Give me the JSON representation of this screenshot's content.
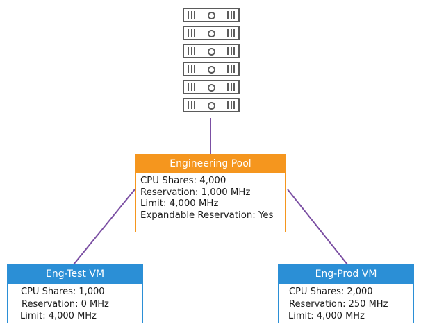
{
  "colors": {
    "pool_accent": "#f5961e",
    "vm_accent": "#2b8fd6",
    "connector": "#7b4fa3",
    "rack_stroke": "#5b5b5b"
  },
  "rack": {
    "icon": "server-rack-icon",
    "unit_count": 6
  },
  "pool": {
    "title": "Engineering Pool",
    "lines": [
      "CPU Shares: 4,000",
      "Reservation: 1,000 MHz",
      "Limit: 4,000 MHz",
      "Expandable Reservation: Yes"
    ]
  },
  "vm_test": {
    "title": "Eng-Test VM",
    "lines": [
      "CPU Shares: 1,000",
      "Reservation: 0 MHz",
      "Limit: 4,000 MHz"
    ]
  },
  "vm_prod": {
    "title": "Eng-Prod VM",
    "lines": [
      "CPU Shares: 2,000",
      "Reservation: 250 MHz",
      "Limit: 4,000 MHz"
    ]
  }
}
